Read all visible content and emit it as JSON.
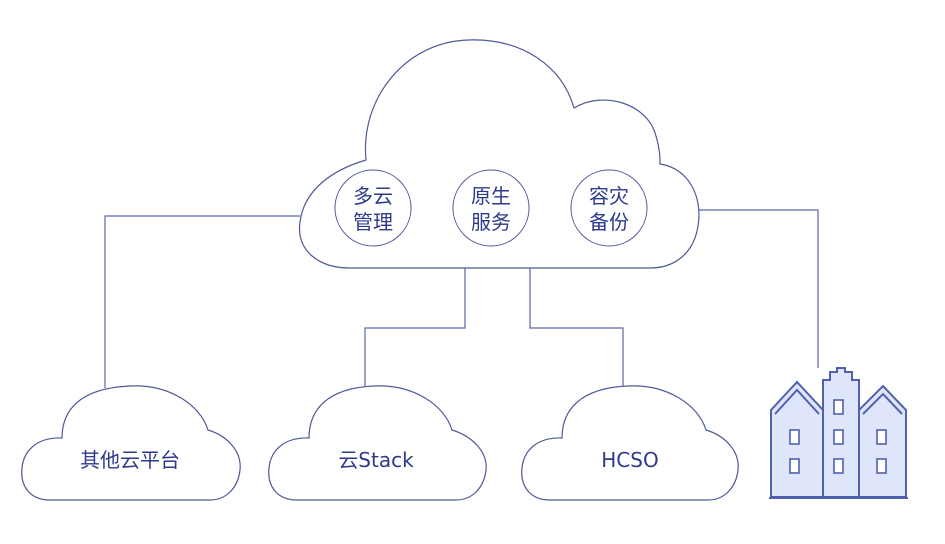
{
  "services": [
    {
      "line1": "多云",
      "line2": "管理"
    },
    {
      "line1": "原生",
      "line2": "服务"
    },
    {
      "line1": "容灾",
      "line2": "备份"
    }
  ],
  "targets": [
    {
      "label": "其他云平台"
    },
    {
      "label": "云Stack"
    },
    {
      "label": "HCSO"
    }
  ],
  "building": {
    "icon": "building-icon"
  },
  "colors": {
    "outline": "#4e5a9a",
    "text": "#2e3a8c",
    "building_fill": "#dfe6fb"
  }
}
